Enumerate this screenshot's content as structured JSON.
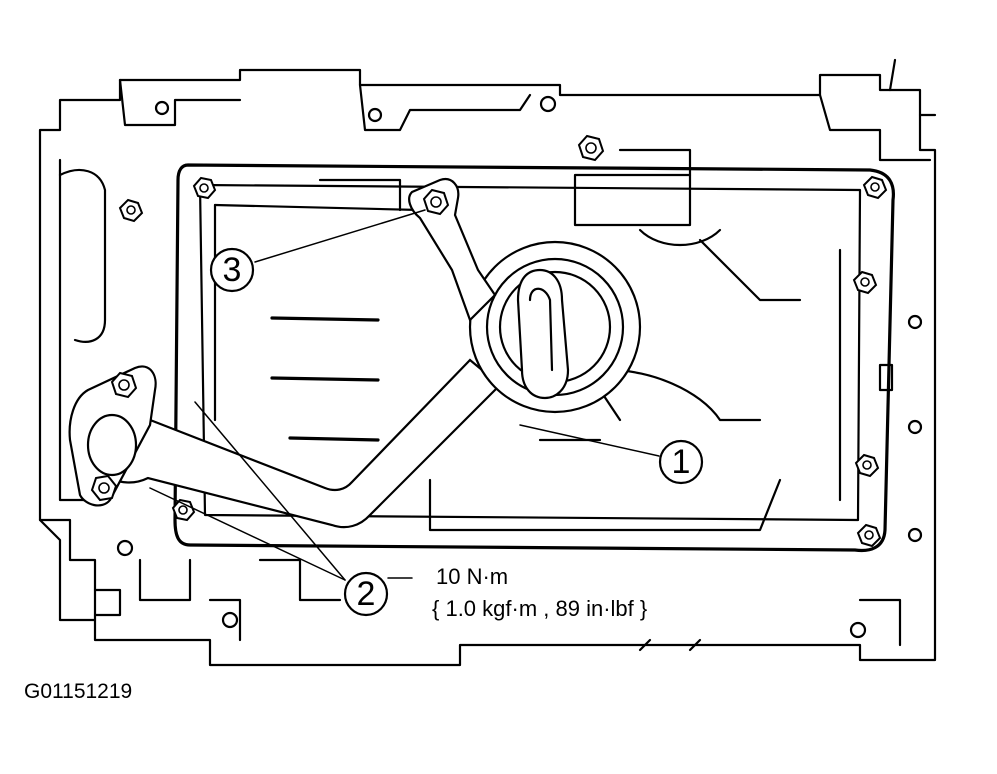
{
  "figure_code": "G01151219",
  "callouts": [
    {
      "id": "1",
      "label": "1"
    },
    {
      "id": "2",
      "label": "2"
    },
    {
      "id": "3",
      "label": "3"
    }
  ],
  "torque_spec": {
    "line1": "10 N·m",
    "line2": "{ 1.0 kgf·m , 89 in·lbf }"
  }
}
